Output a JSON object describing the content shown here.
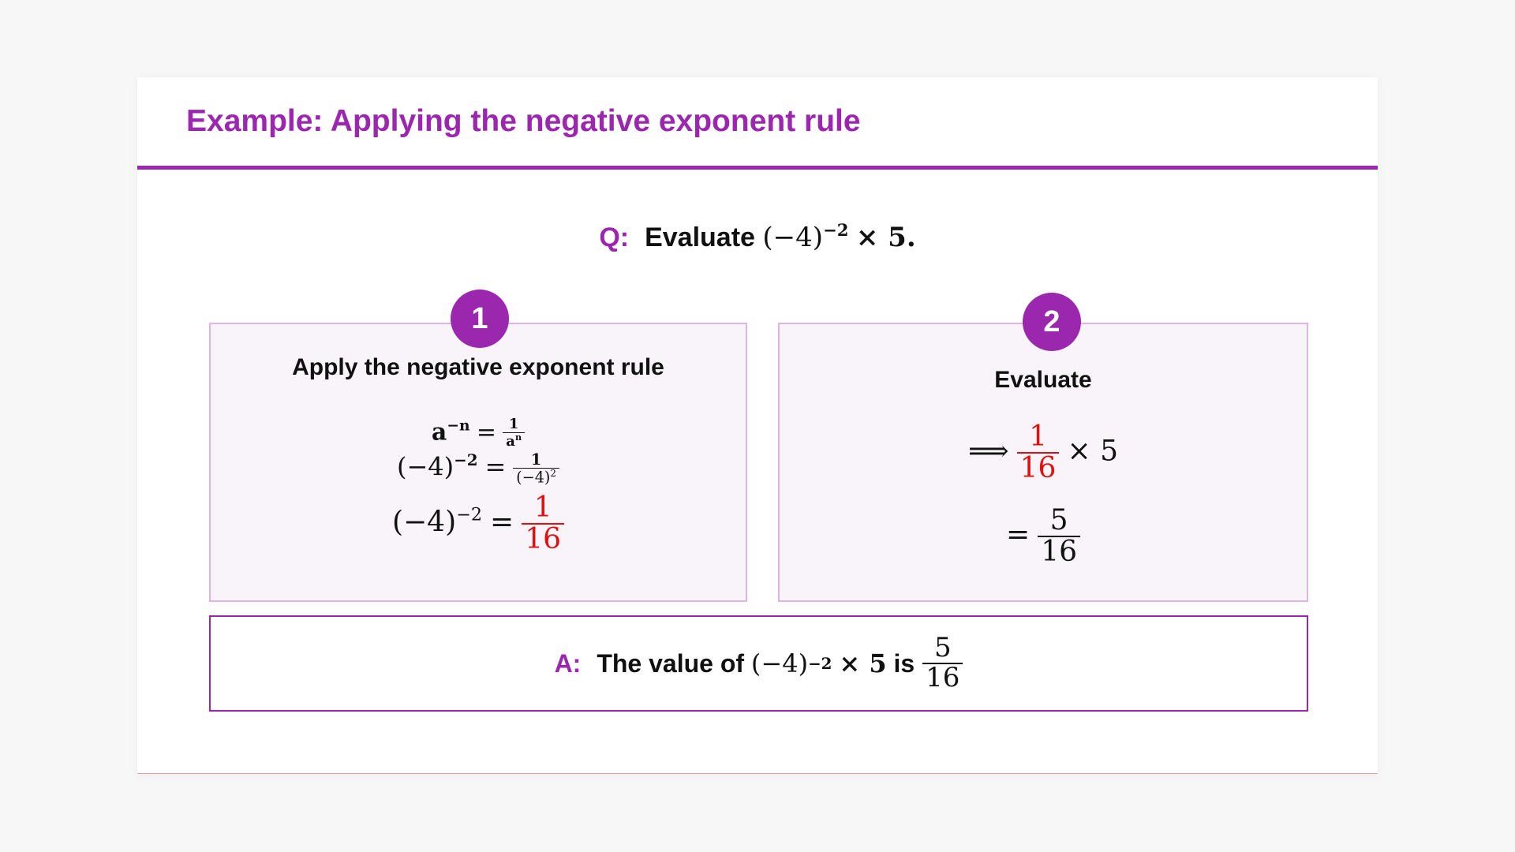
{
  "title": "Example: Applying the negative exponent rule",
  "question": {
    "label": "Q:",
    "text": "Evaluate",
    "base": "(−4)",
    "exponent": "−2",
    "rest": "× 5."
  },
  "steps": [
    {
      "number": "1",
      "title": "Apply the negative exponent rule",
      "rule": {
        "base": "a",
        "exponent": "−n",
        "equals": "=",
        "numerator": "1",
        "denominator_base": "a",
        "denominator_exponent": "n"
      },
      "substitution": {
        "base": "(−4)",
        "exponent": "−2",
        "equals": "=",
        "numerator": "1",
        "denominator_base": "(−4)",
        "denominator_exponent": "2"
      },
      "result": {
        "base": "(−4)",
        "exponent": "−2",
        "equals": "=",
        "numerator": "1",
        "denominator": "16"
      }
    },
    {
      "number": "2",
      "title": "Evaluate",
      "line1": {
        "implies": "⟹",
        "numerator": "1",
        "denominator": "16",
        "times": "× 5"
      },
      "line2": {
        "equals": "=",
        "numerator": "5",
        "denominator": "16"
      }
    }
  ],
  "answer": {
    "label": "A:",
    "text_before": "The value of",
    "base": "(−4)",
    "exponent": "−2",
    "times": "× 5",
    "is": "is",
    "numerator": "5",
    "denominator": "16"
  },
  "colors": {
    "accent": "#9b27af",
    "highlight": "#e01010",
    "step_background": "#f9f4fa",
    "step_border": "#deb4e4"
  }
}
